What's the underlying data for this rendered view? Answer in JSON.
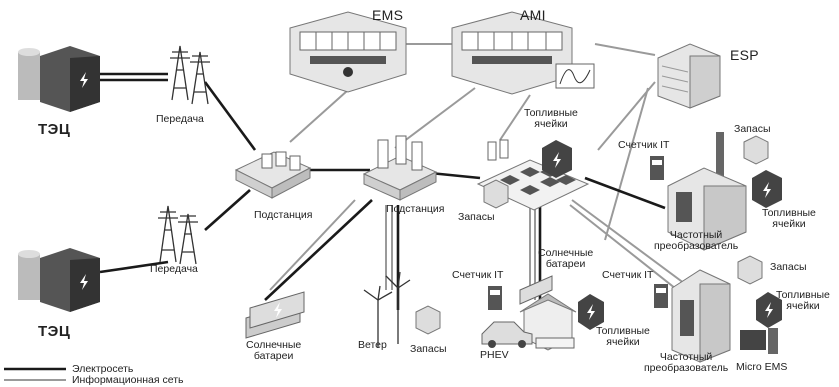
{
  "colors": {
    "power_line": "#1a1a1a",
    "info_line": "#9a9a9a",
    "building_dark": "#555555",
    "building_light": "#e6e6e6",
    "accent_bolt": "#ffffff"
  },
  "labels": {
    "tec_top": "ТЭЦ",
    "tec_bottom": "ТЭЦ",
    "transmission_top": "Передача",
    "transmission_bottom": "Передача",
    "substation_left": "Подстанция",
    "substation_center": "Подстанция",
    "ems": "EMS",
    "ami": "AMI",
    "esp": "ESP",
    "fuel_cells_center": "Топливные\nячейки",
    "meter_top": "Счетчик IT",
    "reserves_top_right": "Запасы",
    "fuel_cells_top_right": "Топливные\nячейки",
    "freq_converter_top": "Частотный\nпреобразователь",
    "reserves_center": "Запасы",
    "solar_center": "Солнечные\nбатареи",
    "meter_center": "Счетчик IT",
    "meter_bottom_right": "Счетчик IT",
    "reserves_bottom_right": "Запасы",
    "fuel_cells_bottom_right": "Топливные\nячейки",
    "fuel_cells_house": "Топливные\nячейки",
    "phev": "PHEV",
    "freq_converter_bottom": "Частотный\nпреобразователь",
    "micro_ems": "Micro EMS",
    "solar_left": "Солнечные\nбатареи",
    "wind": "Ветер",
    "reserves_bottom": "Запасы"
  },
  "legend": [
    {
      "label": "Электросеть",
      "kind": "power"
    },
    {
      "label": "Информационная сеть",
      "kind": "info"
    }
  ],
  "icons": [
    "power-plant-icon",
    "transmission-tower-icon",
    "substation-icon",
    "control-room-icon",
    "office-building-icon",
    "fuel-cell-icon",
    "battery-storage-icon",
    "meter-icon",
    "factory-icon",
    "solar-panel-icon",
    "wind-turbine-icon",
    "electric-car-icon",
    "house-icon",
    "computer-icon"
  ]
}
